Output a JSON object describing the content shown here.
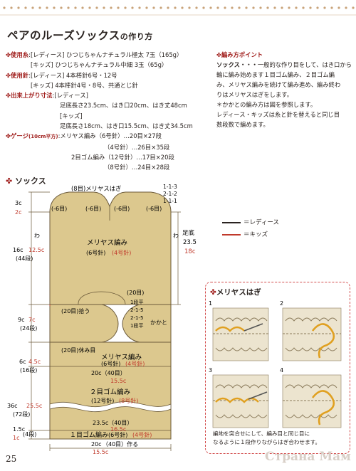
{
  "title": {
    "main": "ペアのルーズソックス",
    "suffix": "の作り方"
  },
  "specs": {
    "yarn_label": "使用糸",
    "yarn_ladies": ":[レディース] ひつじちゃんナチュラル極太 7玉（165g）",
    "yarn_kids": "[キッズ] ひつじちゃんナチュラル中細 3玉（65g）",
    "needle_label": "使用針",
    "needle_ladies": ":[レディース] 4本棒針6号・12号",
    "needle_kids": "[キッズ] 4本棒針4号・8号、共通とじ針",
    "size_label": "出来上がり寸法",
    "size_ladies_head": ":[レディース]",
    "size_ladies": "足底長さ23.5cm、はき口20cm、はき丈48cm",
    "size_kids_head": "[キッズ]",
    "size_kids": "足底長さ18cm、はき口15.5cm、はき丈34.5cm",
    "gauge_label": "ゲージ",
    "gauge_unit": "(10cm平方)",
    "gauge_1": ":メリヤス編み（6号針）…20目×27段",
    "gauge_2": "（4号針）…26目×35段",
    "gauge_3": "2目ゴム編み（12号針）…17目×20段",
    "gauge_4": "（8号針）…24目×28段"
  },
  "notes": {
    "label": "編み方ポイント",
    "head": "ソックス・・・",
    "body_1": "一般的な作り目をして、はき口から",
    "body_2": "輪に編み始めます１目ゴム編み、２目ゴム編",
    "body_3": "み、メリヤス編みを続けて編み進め、編み終わ",
    "body_4": "りはメリヤスはぎをします。",
    "body_5": "＊かかとの編み方は図を参照します。",
    "body_6": "レディース・キッズは糸と針を替えると同じ目",
    "body_7": "数段数で編めます。"
  },
  "socks_section": {
    "label": "ソックス"
  },
  "legend": {
    "ladies": "＝レディース",
    "kids": "＝キッズ"
  },
  "diagram": {
    "top_label": "(8目)メリヤスはぎ",
    "decrease_rule_1": "1-1-3",
    "decrease_rule_2": "2-1-2",
    "decrease_rule_3": "1-1-1",
    "minus6_a": "(-6目)",
    "minus6_b": "(-6目)",
    "minus6_c": "(-6目)",
    "minus6_d": "(-6目)",
    "wa_left": "わ",
    "wa_right": "わ",
    "stitch_main": "メリヤス編み",
    "needle_main_ladies": "(6号針)",
    "needle_main_kids": "(4号針)",
    "toe_c": "3c",
    "toe_c_kids": "2c",
    "foot_c": "16c",
    "foot_c_kids": "12.5c",
    "foot_rows": "(44段)",
    "sole_label": "足底",
    "sole_ladies": "23.5",
    "sole_kids": "18c",
    "pickup": "(20目)拾う",
    "heel_20": "(20目)",
    "heel_row1": "1段平",
    "heel_rules_1": "2-1-5",
    "heel_rules_2": "2-1-5",
    "heel_row2": "1段平",
    "heel_label": "かかと",
    "heel_c": "9c",
    "heel_c_kids": "7c",
    "heel_rows": "(24段)",
    "rest_20": "(20目)休み目",
    "stitch_mid": "メリヤス編み",
    "needle_mid_ladies": "(6号針)",
    "needle_mid_kids": "(4号針)",
    "mid_c": "6c",
    "mid_c_kids": "4.5c",
    "mid_rows": "(16段)",
    "width_40_a": "20c（40目）",
    "width_kids_a": "15.5c",
    "rib2_label": "２目ゴム編み",
    "needle_rib_ladies": "(12号針)",
    "needle_rib_kids": "(8号針)",
    "leg_c": "36c",
    "leg_c_kids": "25.5c",
    "leg_rows": "(72段)",
    "width_40_b": "23.5c（40目）",
    "width_kids_b": "16.5c",
    "cuff_c": "1.5c",
    "cuff_c_kids": "1c",
    "cuff_rows": "(4段)",
    "rib1_label": "１目ゴム編み",
    "needle_rib1_ladies": "(6号針)",
    "needle_rib1_kids": "(4号針)",
    "bottom_width": "20c",
    "bottom_count": "（40目）作る",
    "bottom_kids": "15.5c"
  },
  "hagi": {
    "title": "メリヤスはぎ",
    "step_1": "1",
    "step_2": "2",
    "step_3": "3",
    "step_4": "4",
    "note_1": "編地を突合せにして、編み目と同じ目に",
    "note_2": "なるように１段作りながらはぎ合わせます。"
  },
  "page_number": "25",
  "watermark": "Страна Мам",
  "colors": {
    "accent": "#a1201e",
    "kids": "#c0392b",
    "fabric": "#d9c48c",
    "fabric_stroke": "#6b5a3a"
  }
}
